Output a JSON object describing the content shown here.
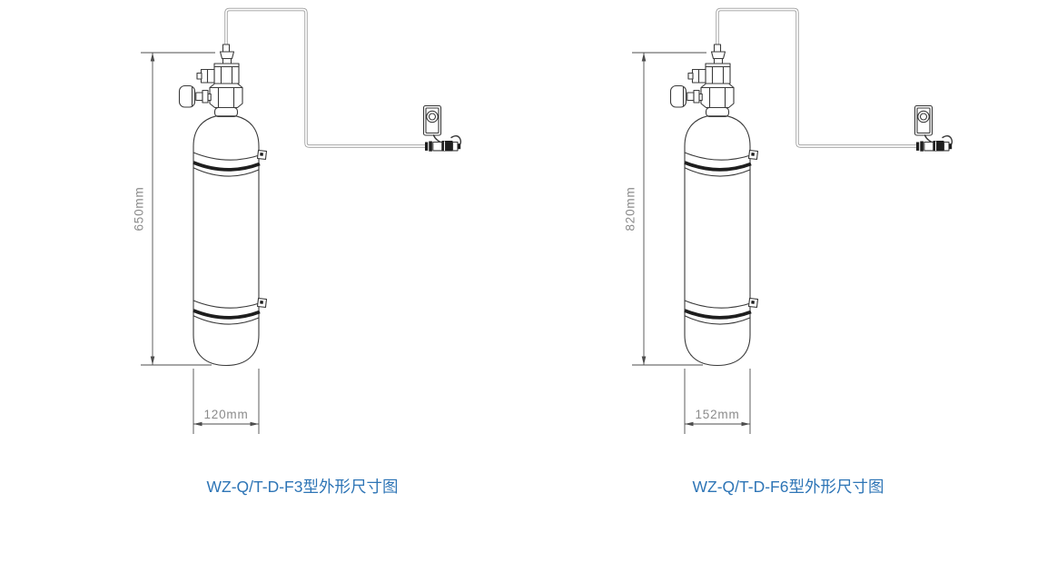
{
  "colors": {
    "background": "#ffffff",
    "line": "#3a3a3a",
    "band": "#1e1e1e",
    "tube": "#9c9c9c",
    "dim_line": "#4d4d4d",
    "dim_text": "#8b8b8b",
    "caption": "#2E75B6"
  },
  "figures": [
    {
      "caption": "WZ-Q/T-D-F3型外形尺寸图",
      "height_label": "650mm",
      "width_label": "120mm"
    },
    {
      "caption": "WZ-Q/T-D-F6型外形尺寸图",
      "height_label": "820mm",
      "width_label": "152mm"
    }
  ]
}
